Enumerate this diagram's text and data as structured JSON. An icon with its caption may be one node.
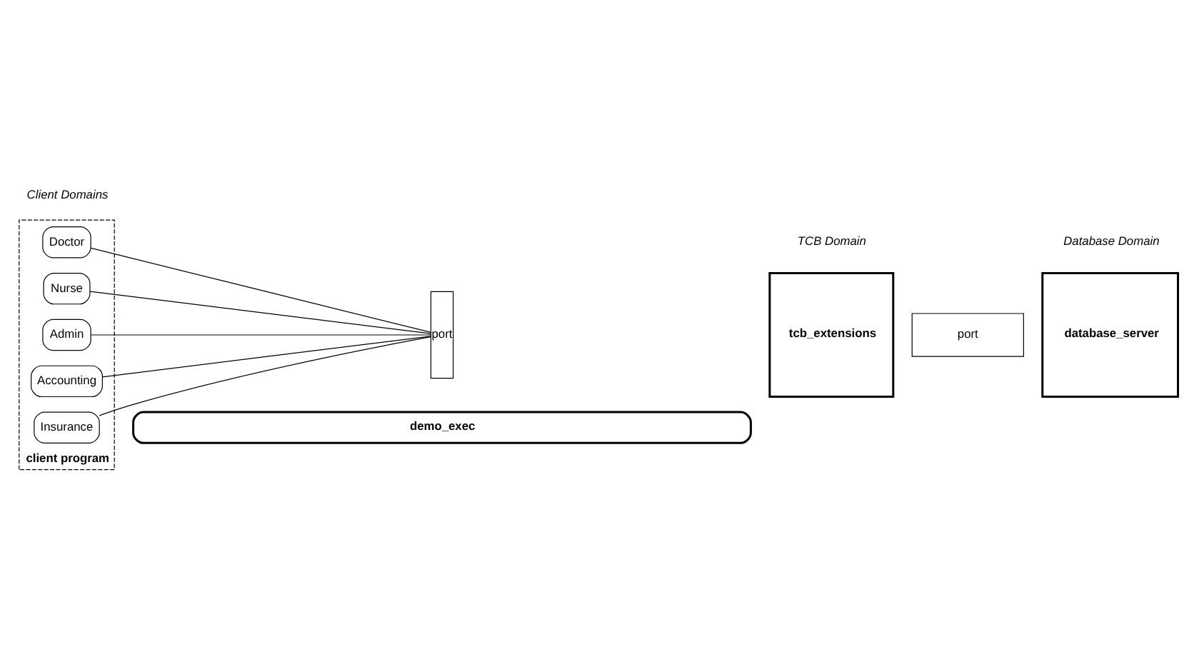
{
  "diagram": {
    "nodes": [
      {
        "text": [
          "client program"
        ]
      },
      {
        "text": [
          "Doctor"
        ],
        "in": 0
      },
      {
        "text": [
          "Nurse"
        ],
        "in": 0
      },
      {
        "text": [
          "Admin"
        ],
        "in": 0
      },
      {
        "text": [
          "Accounting"
        ],
        "in": 0
      },
      {
        "text": [
          "Insurance"
        ],
        "in": 0
      },
      {
        "text": [
          "port"
        ]
      },
      {
        "text": [
          "tcb_extensions"
        ]
      },
      {
        "text": [
          "port"
        ]
      },
      {
        "text": [
          "database_server"
        ]
      },
      {
        "text": [
          "demo_exec"
        ]
      }
    ],
    "edges": [
      {
        "from": 1,
        "to": 6,
        "arrow": "none"
      },
      {
        "from": 2,
        "to": 6,
        "arrow": "none"
      },
      {
        "from": 3,
        "to": 6,
        "arrow": "none"
      },
      {
        "from": 4,
        "to": 6,
        "arrow": "none"
      },
      {
        "from": 5,
        "to": 6,
        "arrow": "none"
      }
    ],
    "labels": [
      "Client Domains",
      "TCB Domain",
      "Database Domain"
    ]
  }
}
